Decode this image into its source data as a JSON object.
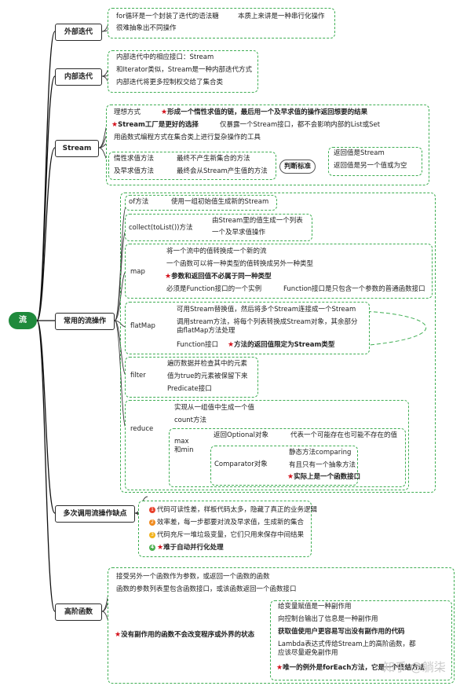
{
  "root": {
    "label": "流"
  },
  "external": {
    "title": "外部迭代",
    "items": [
      "for循环是一个封装了迭代的语法糖",
      "本质上来讲是一种串行化操作",
      "很难抽象出不同操作"
    ]
  },
  "internal": {
    "title": "内部迭代",
    "items": [
      "内部迭代中的相应接口：Stream",
      "和Iterator类似，Stream是一种内部迭代方式",
      "内部迭代将更多控制权交给了集合类"
    ]
  },
  "stream": {
    "title": "Stream",
    "idea_label": "理想方式",
    "idea_value": "形成一个惰性求值的链，最后用一个及早求值的操作返回想要的结果",
    "factory_label": "Stream工厂是更好的选择",
    "factory_value": "仅暴露一个Stream接口，都不会影响内部的List或Set",
    "functional": "用函数式编程方式在集合类上进行复杂操作的工具",
    "lazy_label": "惰性求值方法",
    "lazy_value": "最终不产生新集合的方法",
    "eager_label": "及早求值方法",
    "eager_value": "最终会从Stream产生值的方法",
    "judge": "判断标准",
    "judge_items": [
      "返回值是Stream",
      "返回值是另一个值或为空"
    ]
  },
  "ops": {
    "title": "常用的流操作",
    "of_label": "of方法",
    "of_value": "使用一组初始值生成新的Stream",
    "collect_label": "collect(toList())方法",
    "collect_items": [
      "由Stream里的值生成一个列表",
      "一个及早求值操作"
    ],
    "map_label": "map",
    "map_items": [
      "将一个流中的值转换成一个新的流",
      "一个函数可以将一种类型的值转换成另外一种类型",
      "参数和返回值不必属于同一种类型",
      "必须是Function接口的一个实例",
      "Function接口是只包含一个参数的普通函数接口"
    ],
    "flatmap_label": "flatMap",
    "flatmap_items": [
      "可用Stream替换值，然后将多个Stream连接成一个Stream",
      "调用stream方法，将每个列表转换成Stream对象，其余部分由flatMap方法处理",
      "Function接口",
      "方法的返回值限定为Stream类型"
    ],
    "filter_label": "filter",
    "filter_items": [
      "遍历数据并检查其中的元素",
      "值为true的元素被保留下来",
      "Predicate接口"
    ],
    "reduce_label": "reduce",
    "reduce_items": [
      "实现从一组值中生成一个值",
      "count方法"
    ],
    "maxmin_label": "max\n和min",
    "optional_label": "返回Optional对象",
    "optional_value": "代表一个可能存在也可能不存在的值",
    "comparator_label": "Comparator对象",
    "comparator_items": [
      "静态方法comparing",
      "有且只有一个抽象方法",
      "实际上是一个函数接口"
    ]
  },
  "drawbacks": {
    "title": "多次调用流操作缺点",
    "items": [
      {
        "num": "1",
        "color": "#e8412c",
        "text": "代码可读性差，样板代码太多，隐藏了真正的业务逻辑"
      },
      {
        "num": "2",
        "color": "#f08a1c",
        "text": "效率差，每一步都要对流及早求值，生成新的集合"
      },
      {
        "num": "3",
        "color": "#f2b21b",
        "text": "代码充斥一堆垃圾变量，它们只用来保存中间结果"
      },
      {
        "num": "4",
        "color": "#4caf50",
        "text": "难于自动并行化处理"
      }
    ]
  },
  "higher": {
    "title": "高阶函数",
    "items": [
      "接受另外一个函数作为参数，或返回一个函数的函数",
      "函数的参数列表里包含函数接口，或该函数返回一个函数接口"
    ],
    "side_label": "没有副作用的函数不会改变程序或外界的状态",
    "side_items": [
      "给变量赋值是一种副作用",
      "向控制台输出了信息是一种副作用",
      "获取值使用户更容易写出没有副作用的代码",
      "Lambda表达式传给Stream上的高阶函数，都应该尽量避免副作用",
      "唯一的例外是forEach方法，它是一个终结方法"
    ]
  },
  "watermark": "知乎 @躺柒",
  "colors": {
    "accent": "#3fae53",
    "root": "#1f8a3c",
    "star": "#d4111b"
  }
}
